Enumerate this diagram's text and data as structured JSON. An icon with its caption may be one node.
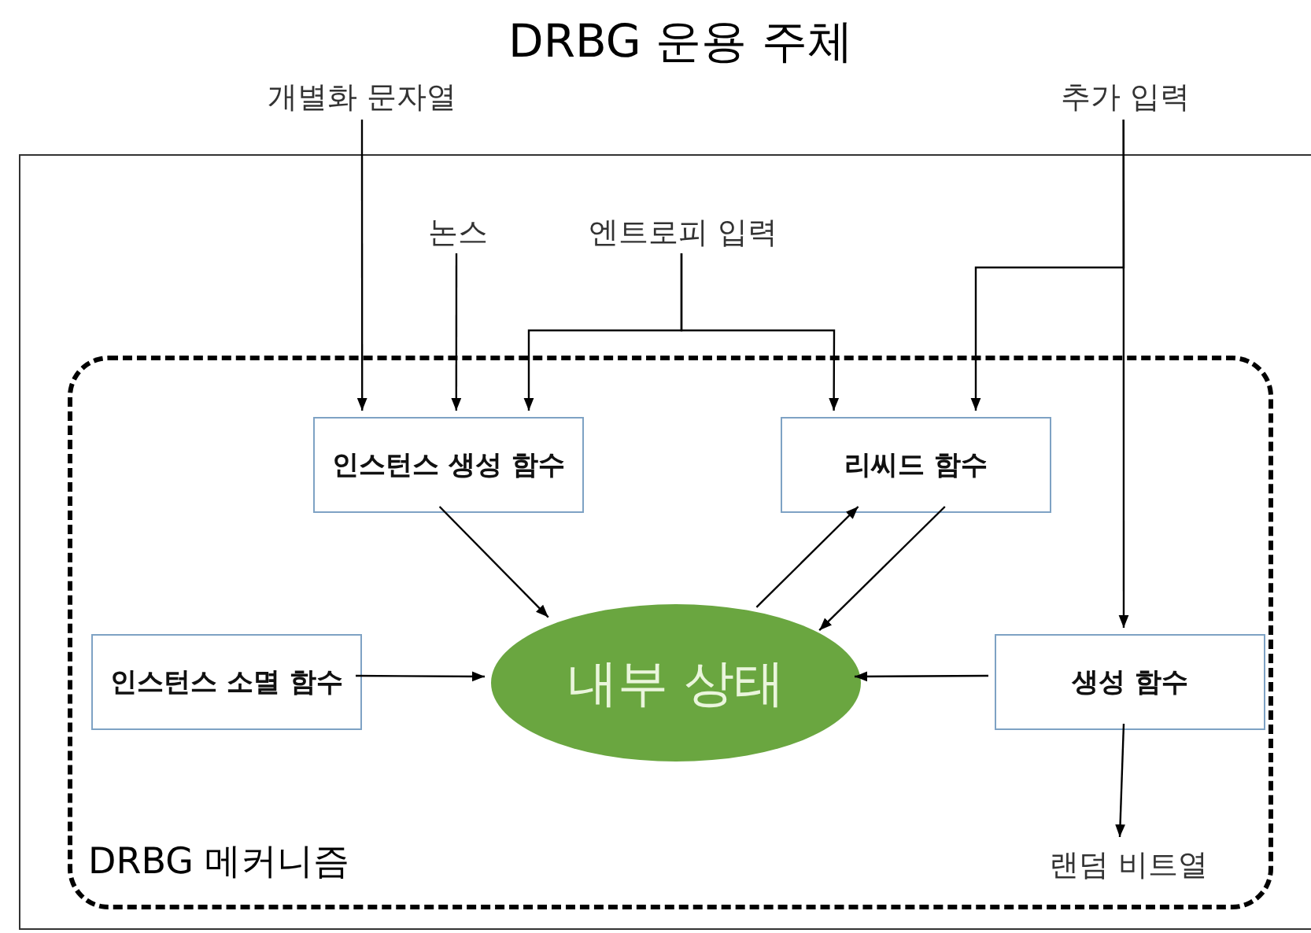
{
  "diagram": {
    "nodes": [
      {
        "text": [
          "DRBG 운용 주체"
        ]
      },
      {
        "text": [
          "DRBG 메커니즘"
        ],
        "in": 0
      },
      {
        "text": [
          "개별화 문자열"
        ]
      },
      {
        "text": [
          "추가 입력"
        ]
      },
      {
        "text": [
          "논스"
        ],
        "in": 0
      },
      {
        "text": [
          "엔트로피 입력"
        ],
        "in": 0
      },
      {
        "text": [
          "인스턴스 생성 함수"
        ],
        "in": 1
      },
      {
        "text": [
          "리씨드 함수"
        ],
        "in": 1
      },
      {
        "text": [
          "인스턴스 소멸 함수"
        ],
        "in": 1
      },
      {
        "text": [
          "내부 상태"
        ],
        "in": 1
      },
      {
        "text": [
          "생성 함수"
        ],
        "in": 1
      },
      {
        "text": [
          "랜덤 비트열"
        ],
        "in": 1
      }
    ],
    "edges": [
      {
        "from": 2,
        "to": 6,
        "arrow": "to"
      },
      {
        "from": 4,
        "to": 6,
        "arrow": "to"
      },
      {
        "from": 5,
        "to": 6,
        "arrow": "to"
      },
      {
        "from": 5,
        "to": 7,
        "arrow": "to"
      },
      {
        "from": 3,
        "to": 7,
        "arrow": "to"
      },
      {
        "from": 3,
        "to": 10,
        "arrow": "to"
      },
      {
        "from": 6,
        "to": 9,
        "arrow": "to"
      },
      {
        "from": 7,
        "to": 9,
        "arrow": "to"
      },
      {
        "from": 9,
        "to": 7,
        "arrow": "to"
      },
      {
        "from": 8,
        "to": 9,
        "arrow": "to"
      },
      {
        "from": 10,
        "to": 9,
        "arrow": "to"
      },
      {
        "from": 10,
        "to": 11,
        "arrow": "to"
      }
    ]
  }
}
